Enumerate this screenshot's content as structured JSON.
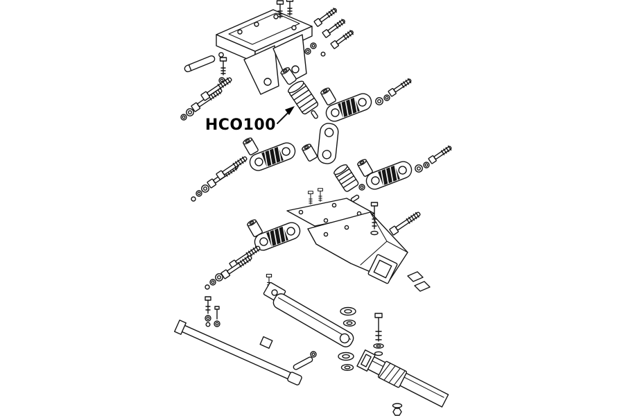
{
  "page": {
    "background_color": "#ffffff"
  },
  "diagram": {
    "type": "exploded-parts-diagram",
    "label": "HCO100",
    "line_color": "#141414",
    "label_color": "#000000",
    "parts": [
      "top-mounting-bracket",
      "hco100-ribbed-bushing",
      "spring-bar-link-upper-right",
      "spring-bar-link-middle-left",
      "spring-bar-link-right",
      "spring-bar-link-lower-left",
      "pivot-plate",
      "pivot-bushing",
      "lower-ribbed-bushing",
      "hitch-head-assembly",
      "swing-arm",
      "frame-bar",
      "square-tube-arm",
      "assorted-bolts-washers-pins"
    ]
  }
}
